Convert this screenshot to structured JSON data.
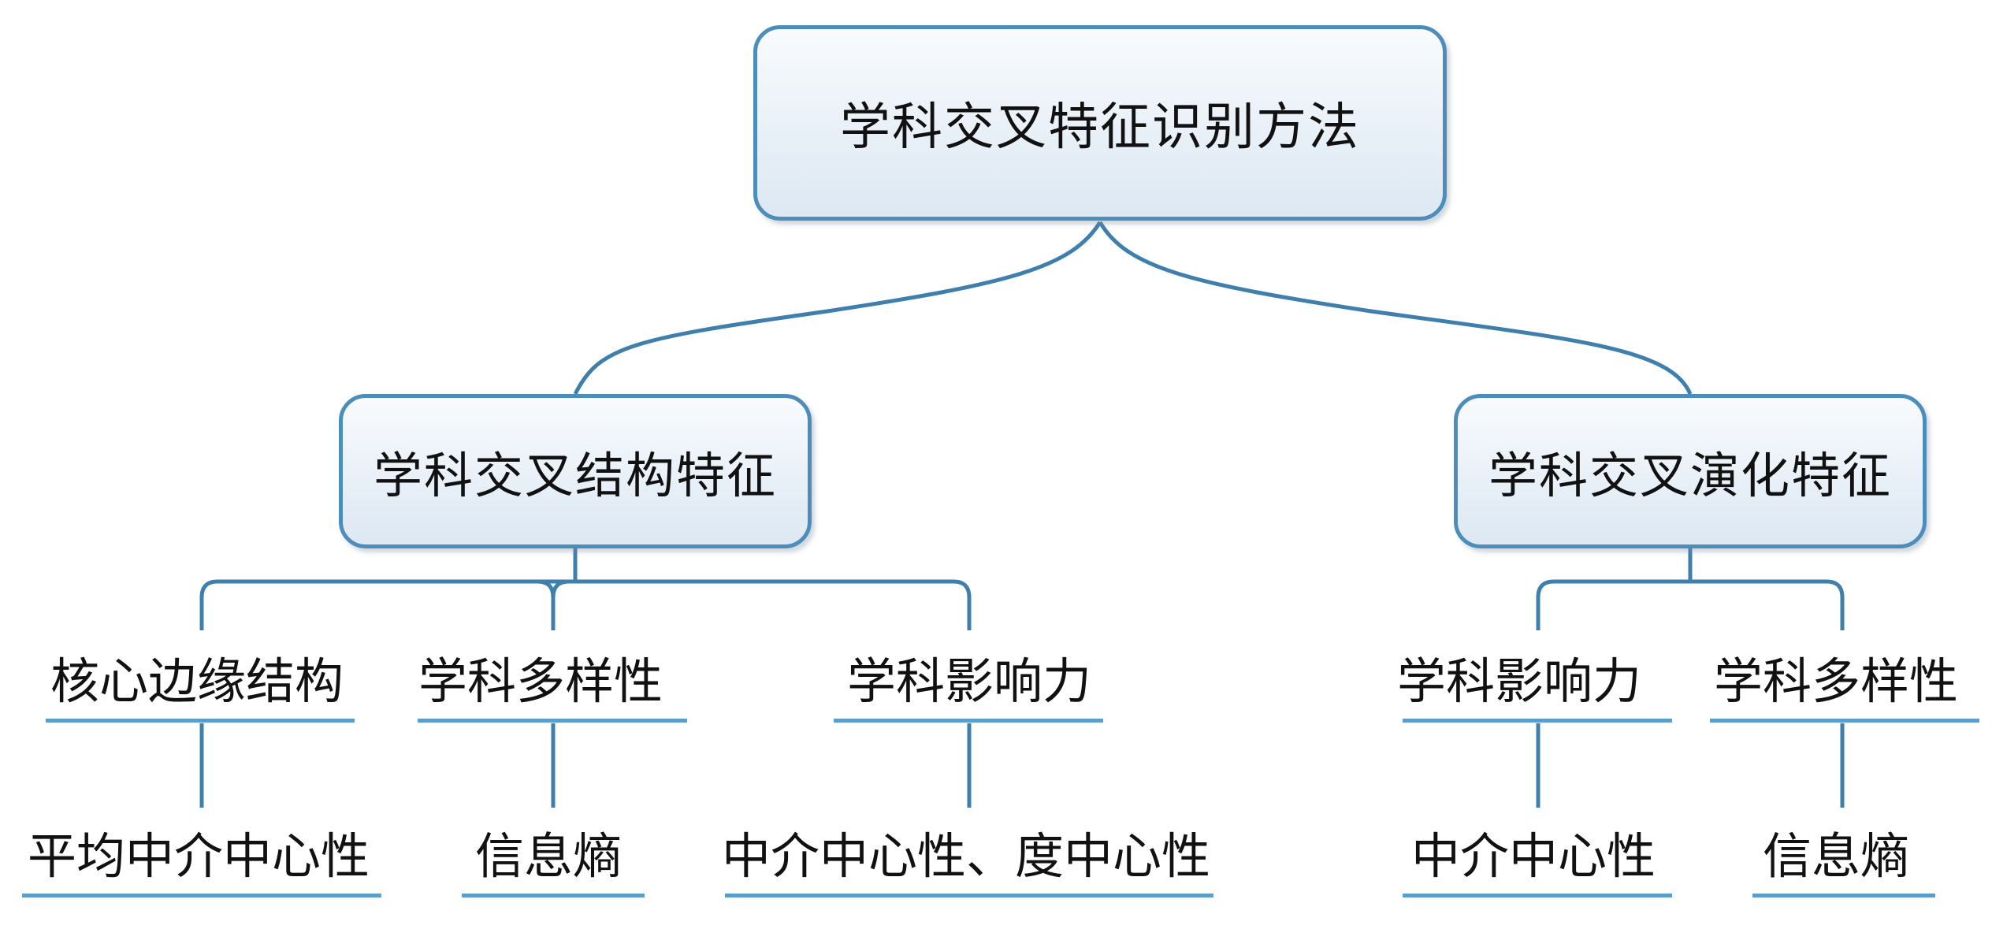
{
  "root": {
    "label": "学科交叉特征识别方法"
  },
  "branches": [
    {
      "label": "学科交叉结构特征",
      "children": [
        {
          "label": "核心边缘结构",
          "leaf": "平均中介中心性"
        },
        {
          "label": "学科多样性",
          "leaf": "信息熵"
        },
        {
          "label": "学科影响力",
          "leaf": "中介中心性、度中心性"
        }
      ]
    },
    {
      "label": "学科交叉演化特征",
      "children": [
        {
          "label": "学科影响力",
          "leaf": "中介中心性"
        },
        {
          "label": "学科多样性",
          "leaf": "信息熵"
        }
      ]
    }
  ],
  "colors": {
    "node_border": "#4d8dbb",
    "node_fill_top": "#f9fbfd",
    "node_fill_bottom": "#dde8f3",
    "connector": "#3f7fad",
    "underline": "#5b9dcc",
    "text": "#111111"
  }
}
